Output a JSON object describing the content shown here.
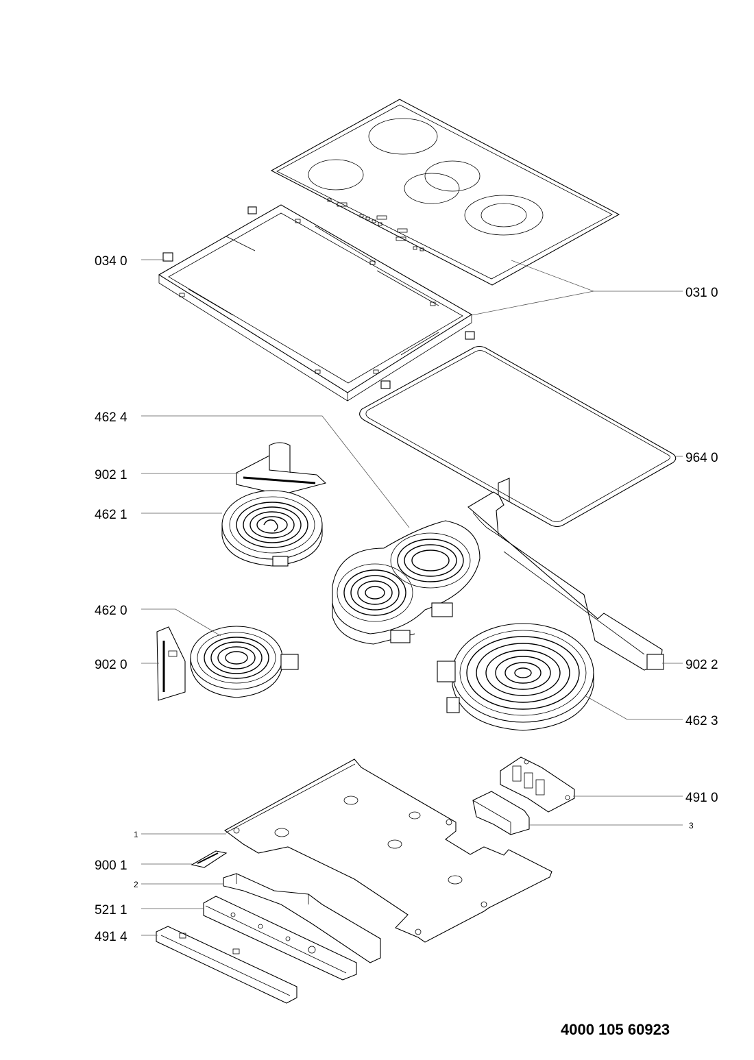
{
  "labels": {
    "frame_clip": "034 0",
    "glass_top": "031 0",
    "element_dual_oval": "462 4",
    "bracket_small": "902 1",
    "element_small": "462 1",
    "gasket": "964 0",
    "element_left_front": "462 0",
    "bracket_left_front": "902 0",
    "bracket_long": "902 2",
    "element_large": "462 3",
    "terminal_block": "491 0",
    "base_tray": "1",
    "terminal_bracket": "3",
    "connector": "900 1",
    "channel": "2",
    "control_board": "521 1",
    "cable_harness": "491 4"
  },
  "document_code": "4000 105 60923"
}
